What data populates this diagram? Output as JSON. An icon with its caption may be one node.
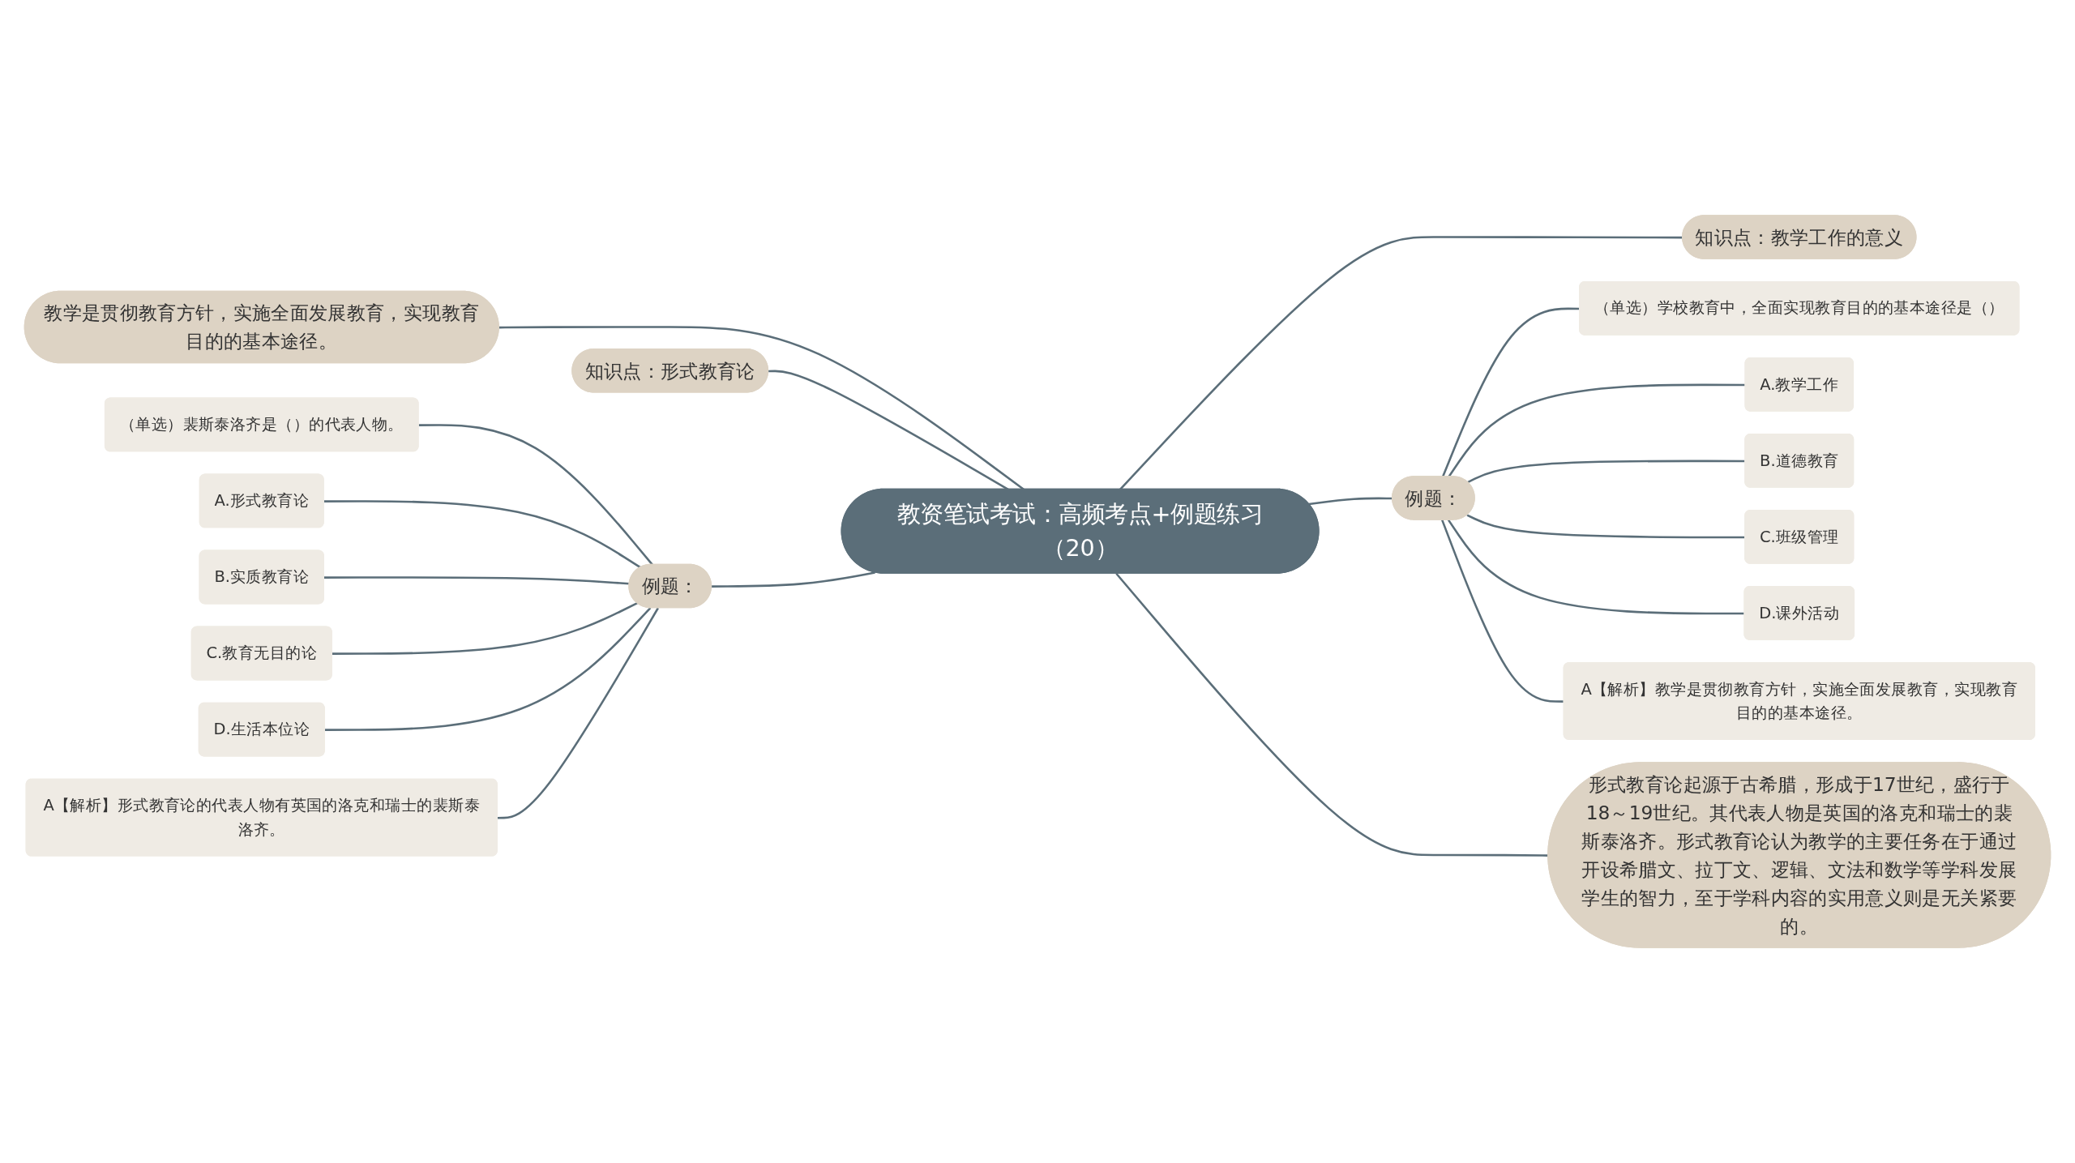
{
  "diagram": {
    "nodes": [
      {
        "text": [
          "教资笔试考试：高频考点+例题练习（20）"
        ]
      },
      {
        "text": [
          "知识点：教学工作的意义"
        ]
      },
      {
        "text": [
          "例题："
        ]
      },
      {
        "text": [
          "（单选）学校教育中，全面实现教育目的的基本途径是（）"
        ]
      },
      {
        "text": [
          "A.教学工作"
        ]
      },
      {
        "text": [
          "B.道德教育"
        ]
      },
      {
        "text": [
          "C.班级管理"
        ]
      },
      {
        "text": [
          "D.课外活动"
        ]
      },
      {
        "text": [
          "A【解析】教学是贯彻教育方针，实施全面发展教育，实现教育目的的基本途径。"
        ]
      },
      {
        "text": [
          "形式教育论起源于古希腊，形成于17世纪，盛行于18～19世纪。其代表人物是英国的洛克和瑞士的裴斯泰洛齐。形式教育论认为教学的主要任务在于通过开设希腊文、拉丁文、逻辑、文法和数学等学科发展学生的智力，至于学科内容的实用意义则是无关紧要的。"
        ]
      },
      {
        "text": [
          "教学是贯彻教育方针，实施全面发展教育，实现教育目的的基本途径。"
        ]
      },
      {
        "text": [
          "知识点：形式教育论"
        ]
      },
      {
        "text": [
          "例题："
        ]
      },
      {
        "text": [
          "（单选）裴斯泰洛齐是（）的代表人物。"
        ]
      },
      {
        "text": [
          "A.形式教育论"
        ]
      },
      {
        "text": [
          "B.实质教育论"
        ]
      },
      {
        "text": [
          "C.教育无目的论"
        ]
      },
      {
        "text": [
          "D.生活本位论"
        ]
      },
      {
        "text": [
          "A【解析】形式教育论的代表人物有英国的洛克和瑞士的裴斯泰洛齐。"
        ]
      }
    ],
    "edges": [
      {
        "from": 0,
        "to": 1,
        "arrow": "none"
      },
      {
        "from": 0,
        "to": 2,
        "arrow": "none"
      },
      {
        "from": 2,
        "to": 3,
        "arrow": "none"
      },
      {
        "from": 2,
        "to": 4,
        "arrow": "none"
      },
      {
        "from": 2,
        "to": 5,
        "arrow": "none"
      },
      {
        "from": 2,
        "to": 6,
        "arrow": "none"
      },
      {
        "from": 2,
        "to": 7,
        "arrow": "none"
      },
      {
        "from": 2,
        "to": 8,
        "arrow": "none"
      },
      {
        "from": 0,
        "to": 9,
        "arrow": "none"
      },
      {
        "from": 0,
        "to": 10,
        "arrow": "none"
      },
      {
        "from": 0,
        "to": 11,
        "arrow": "none"
      },
      {
        "from": 0,
        "to": 12,
        "arrow": "none"
      },
      {
        "from": 12,
        "to": 13,
        "arrow": "none"
      },
      {
        "from": 12,
        "to": 14,
        "arrow": "none"
      },
      {
        "from": 12,
        "to": 15,
        "arrow": "none"
      },
      {
        "from": 12,
        "to": 16,
        "arrow": "none"
      },
      {
        "from": 12,
        "to": 17,
        "arrow": "none"
      },
      {
        "from": 12,
        "to": 18,
        "arrow": "none"
      }
    ]
  }
}
